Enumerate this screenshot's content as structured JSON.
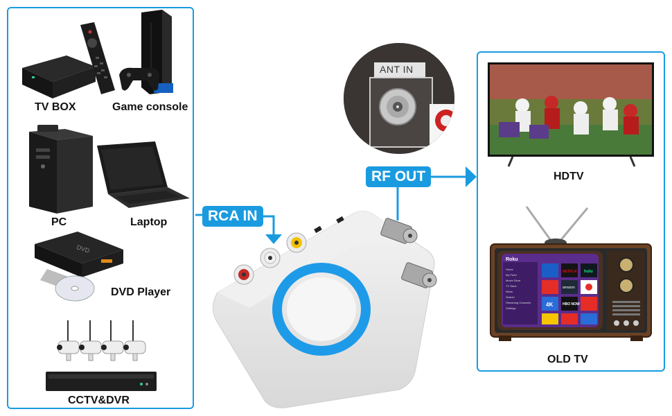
{
  "left_panel": {
    "devices": [
      {
        "label": "TV BOX",
        "icon": "tv-box-icon"
      },
      {
        "label": "Game console",
        "icon": "game-console-icon"
      },
      {
        "label": "PC",
        "icon": "pc-tower-icon"
      },
      {
        "label": "Laptop",
        "icon": "laptop-icon"
      },
      {
        "label": "DVD Player",
        "icon": "dvd-player-icon"
      },
      {
        "label": "CCTV&DVR",
        "icon": "cctv-dvr-icon"
      }
    ]
  },
  "connectors": {
    "rca_in": "RCA IN",
    "rf_out": "RF OUT",
    "ant_in": "ANT IN"
  },
  "right_panel": {
    "displays": [
      {
        "label": "HDTV",
        "icon": "hdtv-icon"
      },
      {
        "label": "OLD TV",
        "icon": "old-tv-icon"
      }
    ]
  },
  "screen_apps": [
    "NETFLIX",
    "hulu",
    "amazon",
    "HBO NOW",
    "4K"
  ],
  "screen_brand": "Roku",
  "screen_menu": [
    "Home",
    "My Feed",
    "Movie Store",
    "TV Store",
    "News",
    "Search",
    "Streaming Channels",
    "Settings"
  ],
  "colors": {
    "accent": "#1a9be0",
    "converter_ring": "#1e9be8",
    "netflix": "#e50914",
    "hulu": "#1ce783",
    "roku_bg": "#5a2d8c"
  }
}
